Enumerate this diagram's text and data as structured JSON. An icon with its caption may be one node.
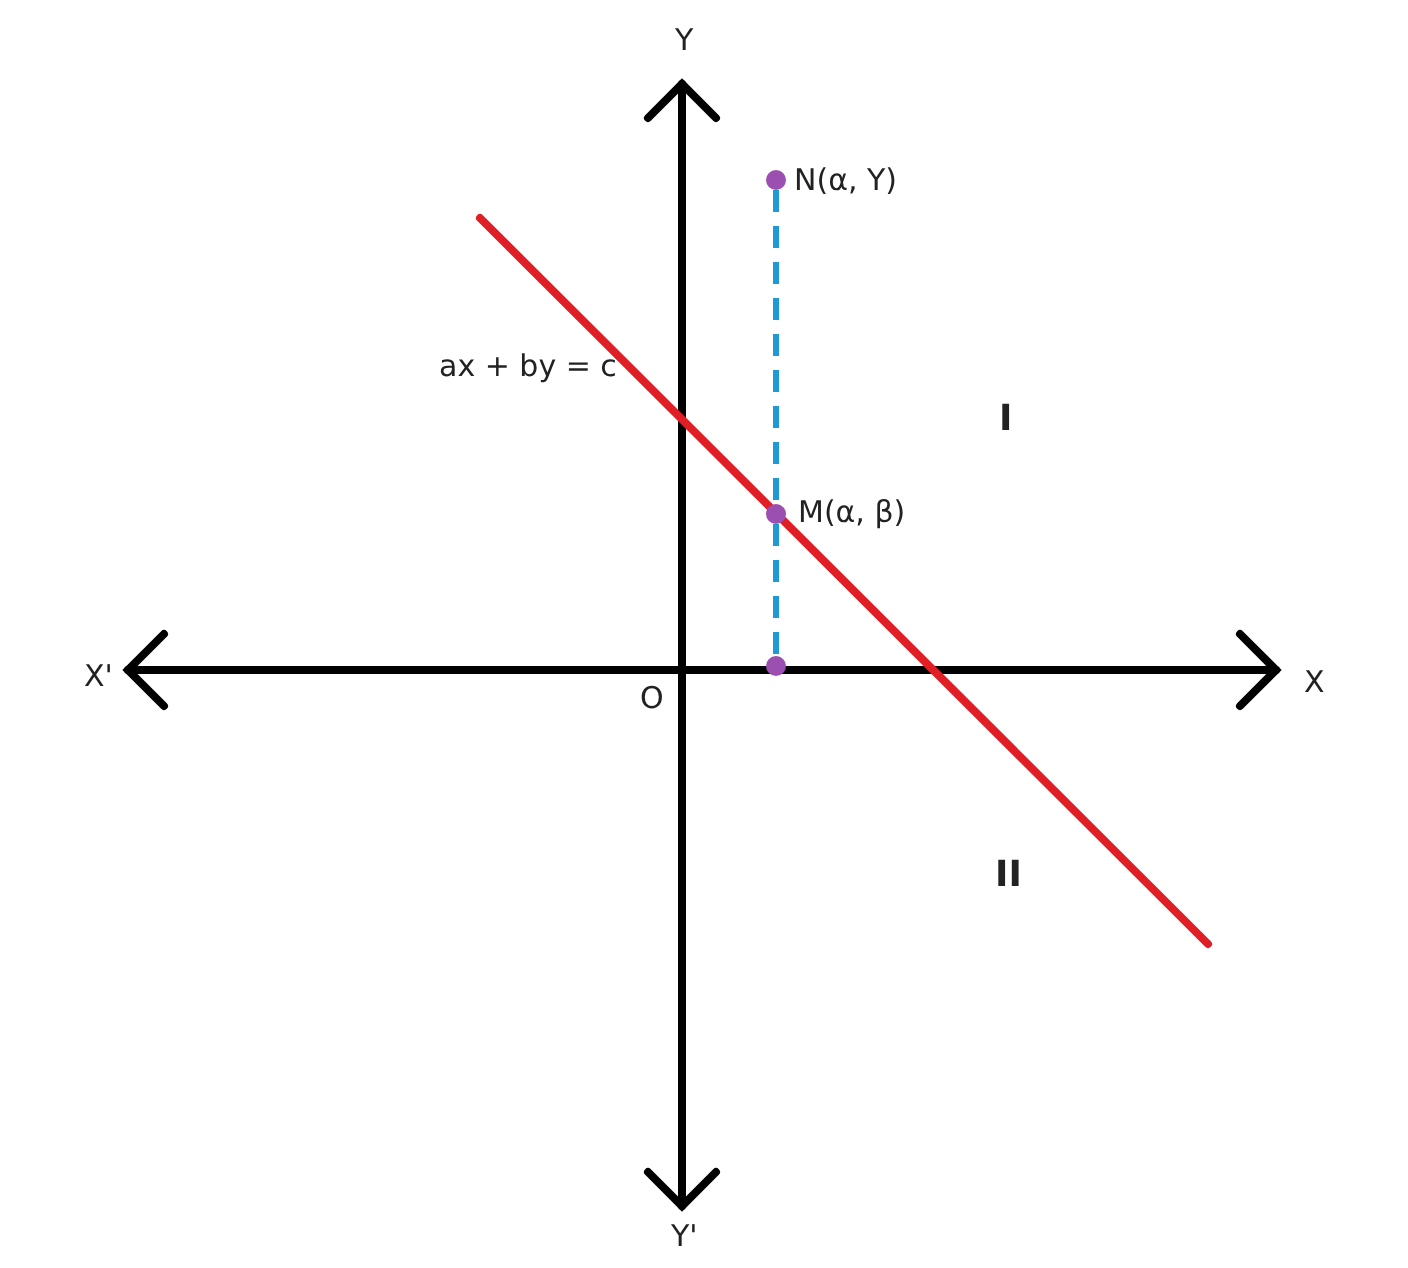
{
  "diagram": {
    "nodes": [
      {
        "text": [],
        "shape": "circle"
      },
      {
        "text": [],
        "shape": "circle"
      },
      {
        "text": [],
        "shape": "circle"
      }
    ],
    "edges": [
      {
        "from": 0,
        "to": 1,
        "arrow": "none",
        "style": "dashed"
      },
      {
        "from": 1,
        "to": 2,
        "arrow": "none",
        "style": "dashed"
      }
    ],
    "labels": [
      "Y",
      "N(α, Υ)",
      "ax + by = c",
      "I",
      "M(α, β)",
      "X'",
      "O",
      "X",
      "II",
      "Y'"
    ]
  }
}
